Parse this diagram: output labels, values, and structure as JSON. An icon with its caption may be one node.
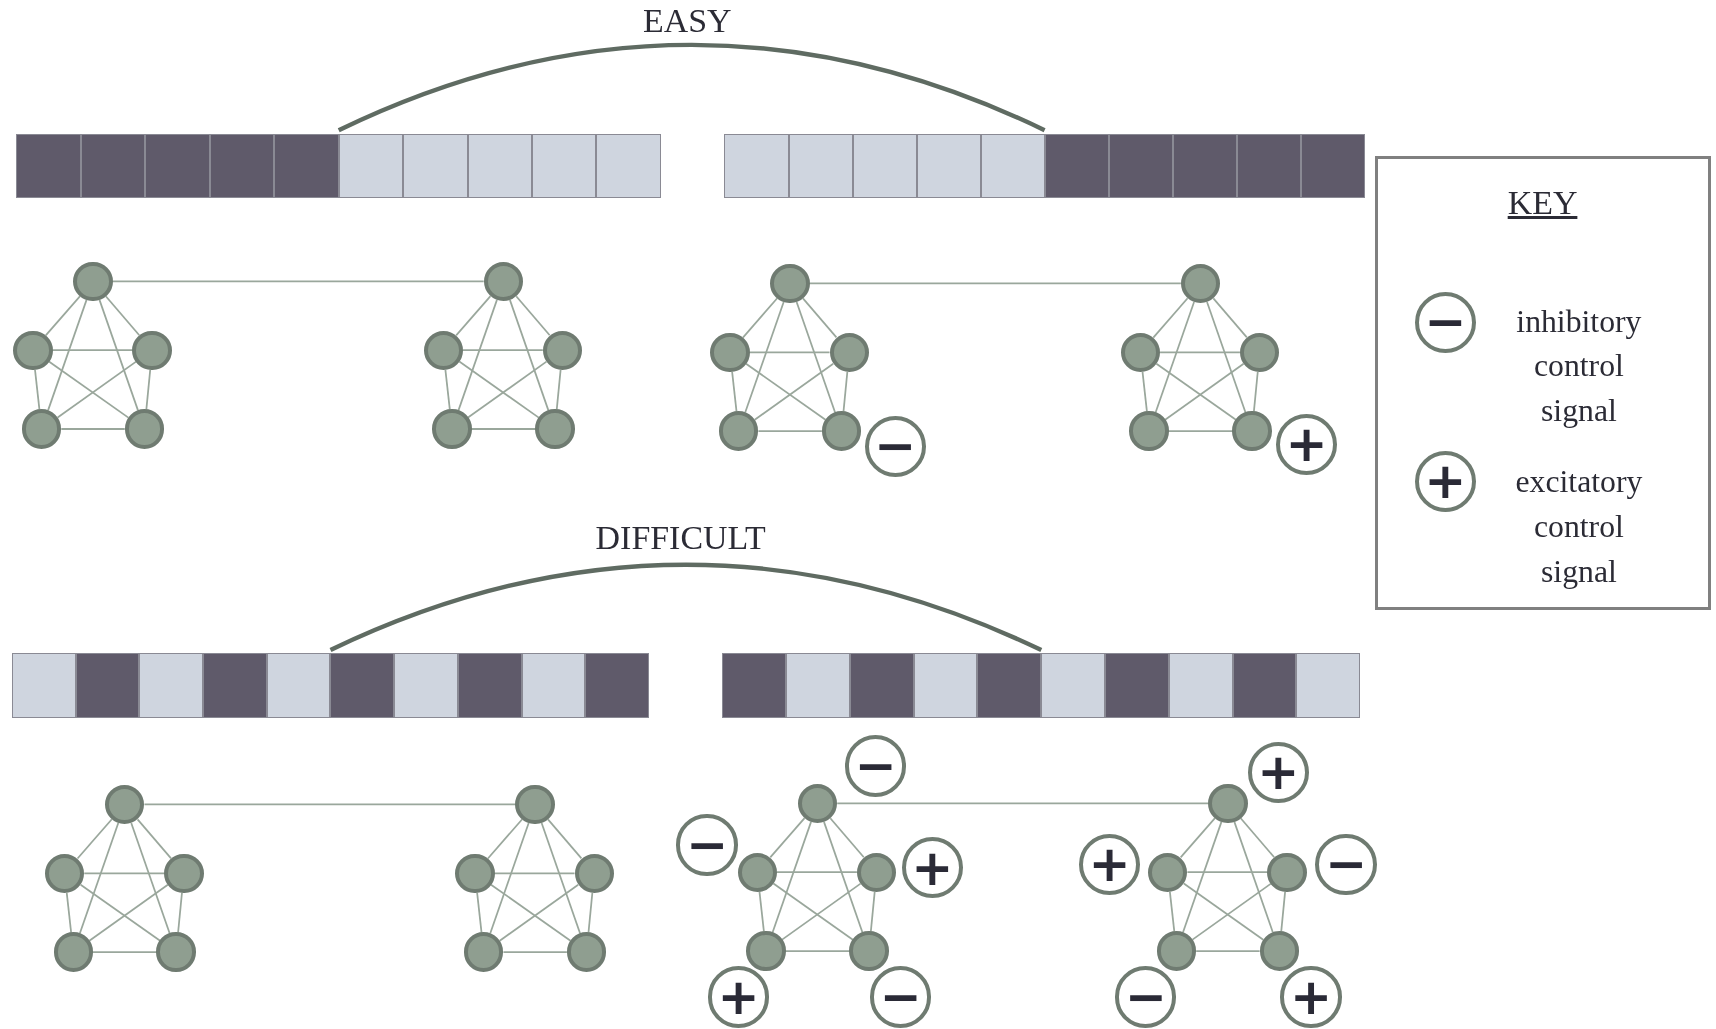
{
  "diagram": {
    "nodes": [
      {
        "text": [],
        "shape": "bar"
      },
      {
        "text": [],
        "shape": "bar"
      },
      {
        "text": [],
        "shape": "circle"
      },
      {
        "text": [],
        "shape": "circle"
      },
      {
        "text": [],
        "shape": "circle"
      },
      {
        "text": [],
        "shape": "circle"
      },
      {
        "text": [],
        "shape": "circle"
      },
      {
        "text": [],
        "shape": "circle"
      },
      {
        "text": [],
        "shape": "circle"
      },
      {
        "text": [],
        "shape": "circle"
      },
      {
        "text": [],
        "shape": "circle"
      },
      {
        "text": [],
        "shape": "circle"
      },
      {
        "text": [],
        "shape": "circle"
      },
      {
        "text": [],
        "shape": "circle"
      },
      {
        "text": [],
        "shape": "circle"
      },
      {
        "text": [],
        "shape": "circle"
      },
      {
        "text": [],
        "shape": "circle"
      },
      {
        "text": [],
        "shape": "circle"
      },
      {
        "text": [],
        "shape": "circle"
      },
      {
        "text": [],
        "shape": "circle"
      },
      {
        "text": [],
        "shape": "circle"
      },
      {
        "text": [],
        "shape": "circle"
      },
      {
        "text": [
          "−"
        ]
      },
      {
        "text": [
          "+"
        ]
      },
      {
        "text": [],
        "shape": "bar"
      },
      {
        "text": [],
        "shape": "bar"
      },
      {
        "text": [],
        "shape": "circle"
      },
      {
        "text": [],
        "shape": "circle"
      },
      {
        "text": [],
        "shape": "circle"
      },
      {
        "text": [],
        "shape": "circle"
      },
      {
        "text": [],
        "shape": "circle"
      },
      {
        "text": [],
        "shape": "circle"
      },
      {
        "text": [],
        "shape": "circle"
      },
      {
        "text": [],
        "shape": "circle"
      },
      {
        "text": [],
        "shape": "circle"
      },
      {
        "text": [],
        "shape": "circle"
      },
      {
        "text": [],
        "shape": "circle"
      },
      {
        "text": [],
        "shape": "circle"
      },
      {
        "text": [],
        "shape": "circle"
      },
      {
        "text": [],
        "shape": "circle"
      },
      {
        "text": [],
        "shape": "circle"
      },
      {
        "text": [],
        "shape": "circle"
      },
      {
        "text": [],
        "shape": "circle"
      },
      {
        "text": [],
        "shape": "circle"
      },
      {
        "text": [],
        "shape": "circle"
      },
      {
        "text": [],
        "shape": "circle"
      },
      {
        "text": [
          "−"
        ]
      },
      {
        "text": [
          "−"
        ]
      },
      {
        "text": [
          "+"
        ]
      },
      {
        "text": [
          "+"
        ]
      },
      {
        "text": [
          "−"
        ]
      },
      {
        "text": [
          "+"
        ]
      },
      {
        "text": [
          "+"
        ]
      },
      {
        "text": [
          "−"
        ]
      },
      {
        "text": [
          "−"
        ]
      },
      {
        "text": [
          "+"
        ]
      },
      {
        "text": [
          "KEY"
        ]
      },
      {
        "text": [
          "−"
        ],
        "in": 56,
        "beside": [
          "inhibitory control signal"
        ]
      },
      {
        "text": [
          "+"
        ],
        "in": 56,
        "beside": [
          "excitatory control signal"
        ]
      }
    ],
    "edges": [
      {
        "from": 0,
        "to": 1,
        "arrow": "none",
        "style": "thick",
        "color": "#5f6b62"
      },
      {
        "from": 2,
        "to": 3,
        "arrow": "none"
      },
      {
        "from": 2,
        "to": 4,
        "arrow": "none"
      },
      {
        "from": 2,
        "to": 5,
        "arrow": "none"
      },
      {
        "from": 2,
        "to": 6,
        "arrow": "none"
      },
      {
        "from": 3,
        "to": 4,
        "arrow": "none"
      },
      {
        "from": 3,
        "to": 5,
        "arrow": "none"
      },
      {
        "from": 3,
        "to": 6,
        "arrow": "none"
      },
      {
        "from": 4,
        "to": 5,
        "arrow": "none"
      },
      {
        "from": 4,
        "to": 6,
        "arrow": "none"
      },
      {
        "from": 5,
        "to": 6,
        "arrow": "none"
      },
      {
        "from": 7,
        "to": 8,
        "arrow": "none"
      },
      {
        "from": 7,
        "to": 9,
        "arrow": "none"
      },
      {
        "from": 7,
        "to": 10,
        "arrow": "none"
      },
      {
        "from": 7,
        "to": 11,
        "arrow": "none"
      },
      {
        "from": 8,
        "to": 9,
        "arrow": "none"
      },
      {
        "from": 8,
        "to": 10,
        "arrow": "none"
      },
      {
        "from": 8,
        "to": 11,
        "arrow": "none"
      },
      {
        "from": 9,
        "to": 10,
        "arrow": "none"
      },
      {
        "from": 9,
        "to": 11,
        "arrow": "none"
      },
      {
        "from": 10,
        "to": 11,
        "arrow": "none"
      },
      {
        "from": 2,
        "to": 7,
        "arrow": "none"
      },
      {
        "from": 12,
        "to": 13,
        "arrow": "none"
      },
      {
        "from": 12,
        "to": 14,
        "arrow": "none"
      },
      {
        "from": 12,
        "to": 15,
        "arrow": "none"
      },
      {
        "from": 12,
        "to": 16,
        "arrow": "none"
      },
      {
        "from": 13,
        "to": 14,
        "arrow": "none"
      },
      {
        "from": 13,
        "to": 15,
        "arrow": "none"
      },
      {
        "from": 13,
        "to": 16,
        "arrow": "none"
      },
      {
        "from": 14,
        "to": 15,
        "arrow": "none"
      },
      {
        "from": 14,
        "to": 16,
        "arrow": "none"
      },
      {
        "from": 15,
        "to": 16,
        "arrow": "none"
      },
      {
        "from": 17,
        "to": 18,
        "arrow": "none"
      },
      {
        "from": 17,
        "to": 19,
        "arrow": "none"
      },
      {
        "from": 17,
        "to": 20,
        "arrow": "none"
      },
      {
        "from": 17,
        "to": 21,
        "arrow": "none"
      },
      {
        "from": 18,
        "to": 19,
        "arrow": "none"
      },
      {
        "from": 18,
        "to": 20,
        "arrow": "none"
      },
      {
        "from": 18,
        "to": 21,
        "arrow": "none"
      },
      {
        "from": 19,
        "to": 20,
        "arrow": "none"
      },
      {
        "from": 19,
        "to": 21,
        "arrow": "none"
      },
      {
        "from": 20,
        "to": 21,
        "arrow": "none"
      },
      {
        "from": 12,
        "to": 17,
        "arrow": "none"
      },
      {
        "from": 24,
        "to": 25,
        "arrow": "none",
        "style": "thick",
        "color": "#5f6b62"
      },
      {
        "from": 26,
        "to": 27,
        "arrow": "none"
      },
      {
        "from": 26,
        "to": 28,
        "arrow": "none"
      },
      {
        "from": 26,
        "to": 29,
        "arrow": "none"
      },
      {
        "from": 26,
        "to": 30,
        "arrow": "none"
      },
      {
        "from": 27,
        "to": 28,
        "arrow": "none"
      },
      {
        "from": 27,
        "to": 29,
        "arrow": "none"
      },
      {
        "from": 27,
        "to": 30,
        "arrow": "none"
      },
      {
        "from": 28,
        "to": 29,
        "arrow": "none"
      },
      {
        "from": 28,
        "to": 30,
        "arrow": "none"
      },
      {
        "from": 29,
        "to": 30,
        "arrow": "none"
      },
      {
        "from": 31,
        "to": 32,
        "arrow": "none"
      },
      {
        "from": 31,
        "to": 33,
        "arrow": "none"
      },
      {
        "from": 31,
        "to": 34,
        "arrow": "none"
      },
      {
        "from": 31,
        "to": 35,
        "arrow": "none"
      },
      {
        "from": 32,
        "to": 33,
        "arrow": "none"
      },
      {
        "from": 32,
        "to": 34,
        "arrow": "none"
      },
      {
        "from": 32,
        "to": 35,
        "arrow": "none"
      },
      {
        "from": 33,
        "to": 34,
        "arrow": "none"
      },
      {
        "from": 33,
        "to": 35,
        "arrow": "none"
      },
      {
        "from": 34,
        "to": 35,
        "arrow": "none"
      },
      {
        "from": 26,
        "to": 31,
        "arrow": "none"
      },
      {
        "from": 36,
        "to": 37,
        "arrow": "none"
      },
      {
        "from": 36,
        "to": 38,
        "arrow": "none"
      },
      {
        "from": 36,
        "to": 39,
        "arrow": "none"
      },
      {
        "from": 36,
        "to": 40,
        "arrow": "none"
      },
      {
        "from": 37,
        "to": 38,
        "arrow": "none"
      },
      {
        "from": 37,
        "to": 39,
        "arrow": "none"
      },
      {
        "from": 37,
        "to": 40,
        "arrow": "none"
      },
      {
        "from": 38,
        "to": 39,
        "arrow": "none"
      },
      {
        "from": 38,
        "to": 40,
        "arrow": "none"
      },
      {
        "from": 39,
        "to": 40,
        "arrow": "none"
      },
      {
        "from": 41,
        "to": 42,
        "arrow": "none"
      },
      {
        "from": 41,
        "to": 43,
        "arrow": "none"
      },
      {
        "from": 41,
        "to": 44,
        "arrow": "none"
      },
      {
        "from": 41,
        "to": 45,
        "arrow": "none"
      },
      {
        "from": 42,
        "to": 43,
        "arrow": "none"
      },
      {
        "from": 42,
        "to": 44,
        "arrow": "none"
      },
      {
        "from": 42,
        "to": 45,
        "arrow": "none"
      },
      {
        "from": 43,
        "to": 44,
        "arrow": "none"
      },
      {
        "from": 43,
        "to": 45,
        "arrow": "none"
      },
      {
        "from": 44,
        "to": 45,
        "arrow": "none"
      },
      {
        "from": 36,
        "to": 41,
        "arrow": "none"
      }
    ],
    "labels": [
      "EASY",
      "DIFFICULT"
    ]
  }
}
